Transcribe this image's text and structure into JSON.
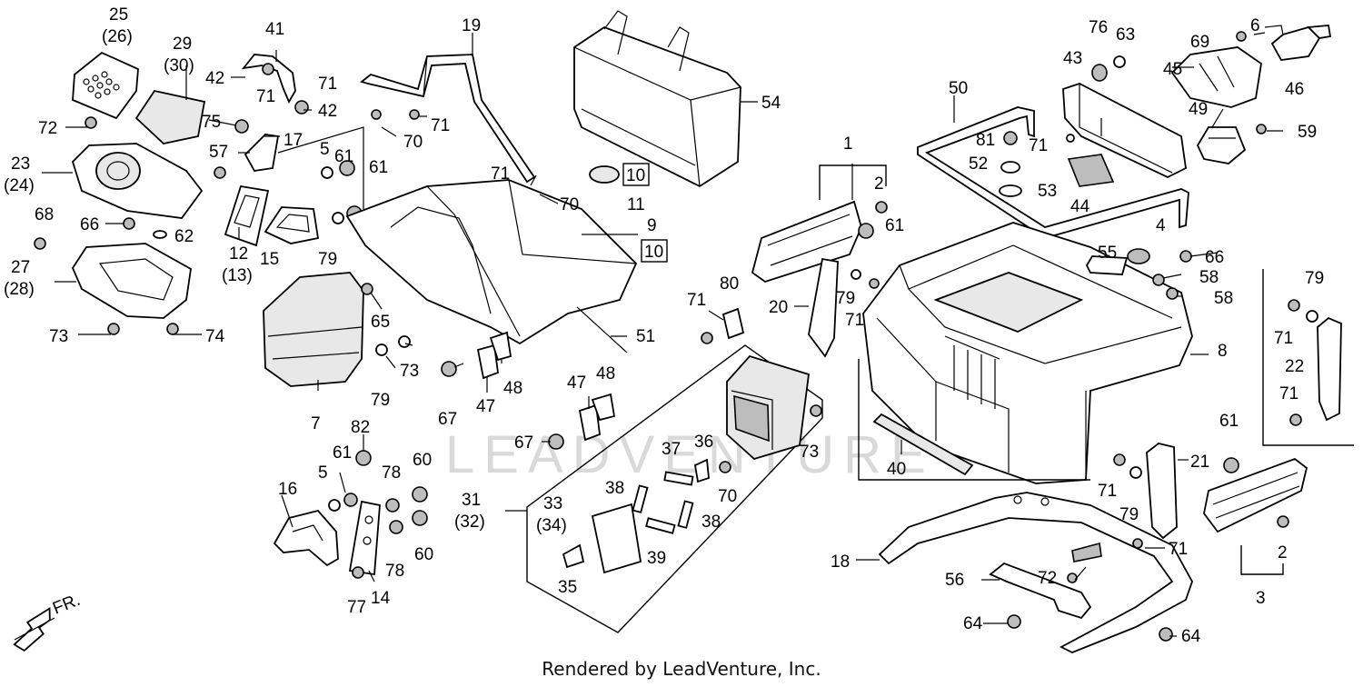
{
  "watermark": "LEADVENTURE",
  "footer": "Rendered by LeadVenture, Inc.",
  "direction_label": "FR.",
  "callouts": [
    "25",
    "(26)",
    "29",
    "(30)",
    "72",
    "23",
    "(24)",
    "68",
    "66",
    "62",
    "27",
    "(28)",
    "73",
    "74",
    "41",
    "42",
    "71",
    "71",
    "42",
    "75",
    "17",
    "57",
    "12",
    "(13)",
    "15",
    "5",
    "61",
    "61",
    "79",
    "19",
    "70",
    "71",
    "71",
    "70",
    "54",
    "10",
    "11",
    "9",
    "10",
    "7",
    "65",
    "73",
    "79",
    "67",
    "47",
    "48",
    "47",
    "48",
    "67",
    "16",
    "82",
    "61",
    "5",
    "78",
    "60",
    "78",
    "60",
    "77",
    "14",
    "31",
    "(32)",
    "33",
    "(34)",
    "35",
    "37",
    "36",
    "38",
    "38",
    "39",
    "70",
    "73",
    "51",
    "80",
    "71",
    "1",
    "2",
    "20",
    "79",
    "71",
    "61",
    "50",
    "81",
    "71",
    "52",
    "53",
    "44",
    "43",
    "76",
    "63",
    "6",
    "69",
    "45",
    "46",
    "49",
    "59",
    "4",
    "66",
    "55",
    "58",
    "58",
    "8",
    "79",
    "71",
    "22",
    "71",
    "61",
    "40",
    "21",
    "71",
    "79",
    "71",
    "18",
    "56",
    "72",
    "64",
    "64",
    "2",
    "3"
  ]
}
